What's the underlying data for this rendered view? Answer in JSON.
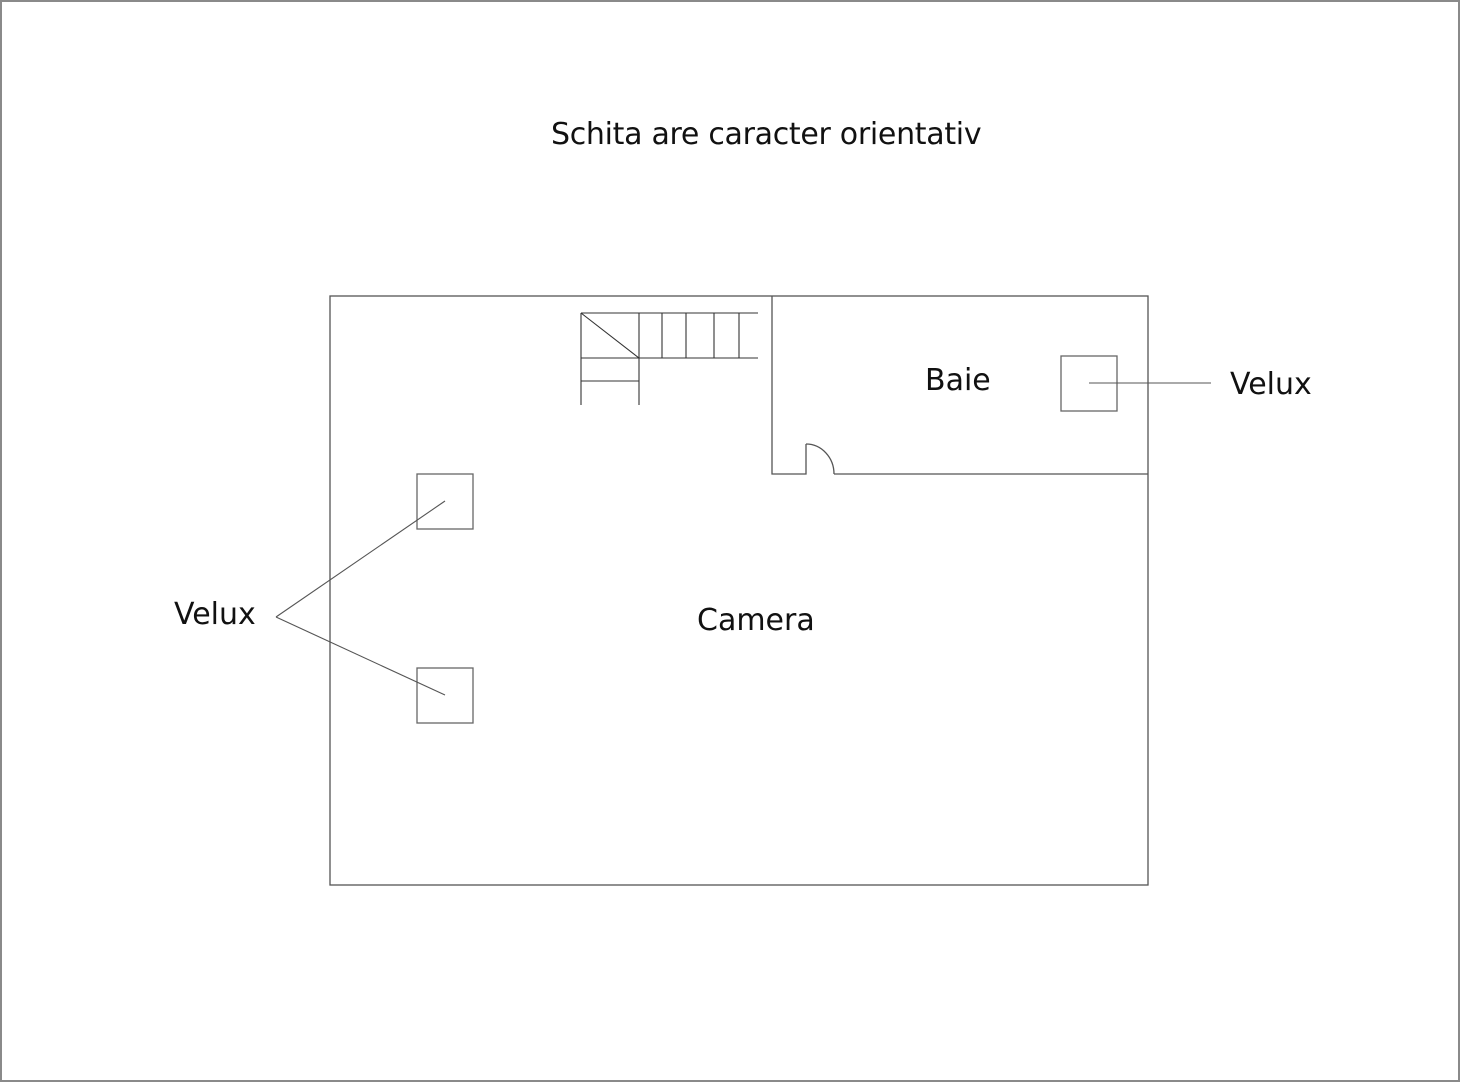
{
  "title": "Schita are caracter orientativ",
  "rooms": {
    "main": {
      "label": "Camera"
    },
    "bathroom": {
      "label": "Baie"
    }
  },
  "annotations": {
    "velux_right": "Velux",
    "velux_left": "Velux"
  },
  "elements": {
    "staircase": "stair-icon",
    "door": "door-swing-icon",
    "skylights": [
      "skylight-bathroom",
      "skylight-upper-left",
      "skylight-lower-left"
    ]
  },
  "colors": {
    "line": "#555555",
    "frame": "#8a8a8a",
    "text": "#111111"
  }
}
